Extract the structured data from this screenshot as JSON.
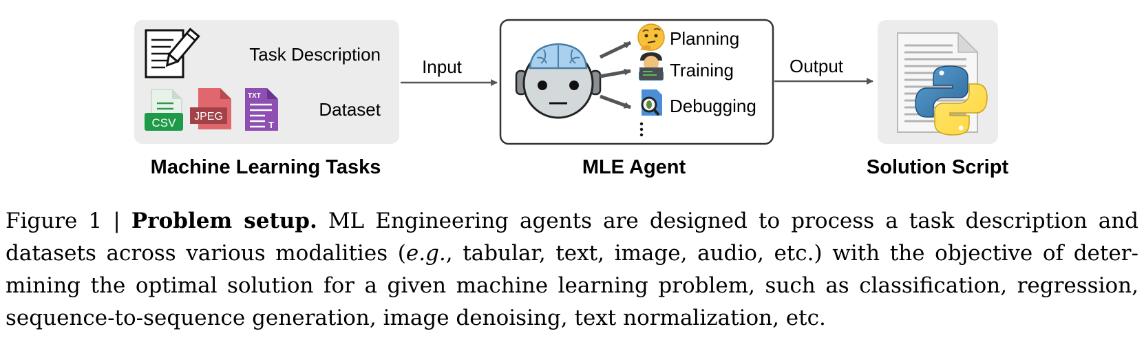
{
  "diagram": {
    "tasks_box": {
      "task_description": "Task Description",
      "dataset": "Dataset",
      "csv_label": "CSV",
      "jpeg_label": "JPEG",
      "txt_label": "TXT",
      "txt_t": "T",
      "caption": "Machine Learning Tasks"
    },
    "input_label": "Input",
    "agent_box": {
      "items": [
        "Planning",
        "Training",
        "Debugging"
      ],
      "caption": "MLE Agent"
    },
    "output_label": "Output",
    "solution_box": {
      "caption": "Solution Script"
    },
    "icons": [
      "notepad-pencil-icon",
      "csv-file-icon",
      "jpeg-file-icon",
      "txt-file-icon",
      "robot-brain-icon",
      "thinking-face-icon",
      "technologist-icon",
      "bug-magnifier-icon",
      "python-script-icon"
    ]
  },
  "caption": {
    "figure_label": "Figure 1 | ",
    "title": "Problem setup.",
    "text_1": " ML Engineering agents are designed to process a task description and datasets across various modalities (",
    "eg": "e.g.",
    "text_2": ", tabular, text, image, audio, etc.) with the objective of deter­mining the optimal solution for a given machine learning problem, such as classification, regression, sequence-to-sequence generation, image denoising, text normalization, etc."
  }
}
